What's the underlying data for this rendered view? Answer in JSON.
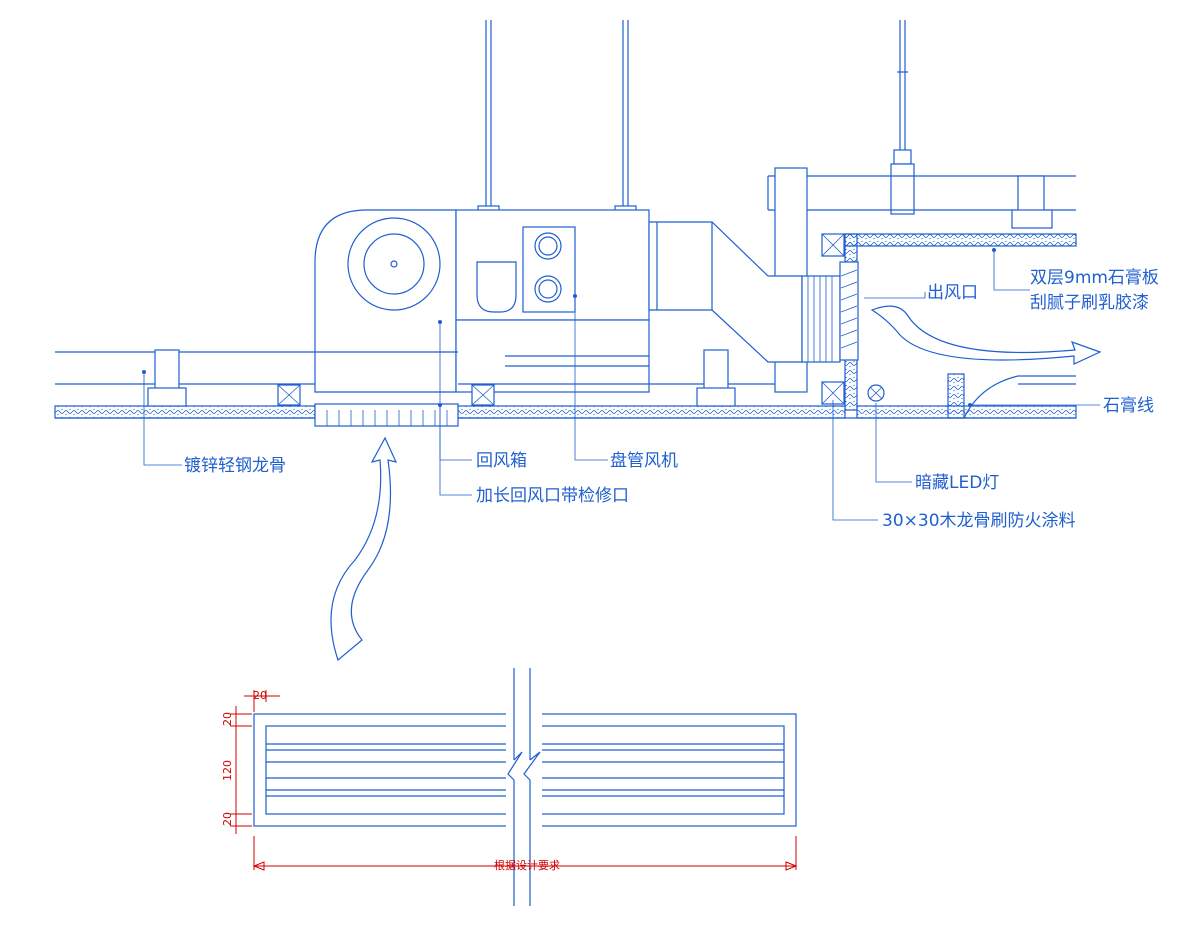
{
  "labels": {
    "outlet": "出风口",
    "gypsum": "双层9mm石膏板",
    "putty": "刮腻子刷乳胶漆",
    "cornice": "石膏线",
    "keel": "镀锌轻钢龙骨",
    "return_box": "回风箱",
    "fan_coil": "盘管风机",
    "extended_return": "加长回风口带检修口",
    "led": "暗藏LED灯",
    "wood_keel": "30×30木龙骨刷防火涂料"
  },
  "dimensions": {
    "d_top": "20",
    "d_left_top": "20",
    "d_mid": "120",
    "d_left_bottom": "20",
    "d_width": "根据设计要求"
  },
  "colors": {
    "line": "#1f5fd0",
    "dimension": "#d10000"
  }
}
